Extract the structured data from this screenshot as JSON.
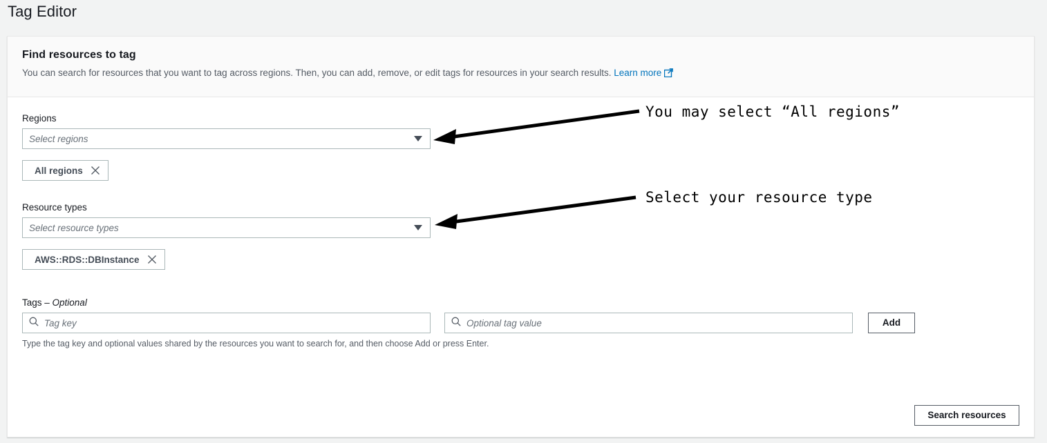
{
  "page": {
    "title": "Tag Editor"
  },
  "panel": {
    "heading": "Find resources to tag",
    "description": "You can search for resources that you want to tag across regions. Then, you can add, remove, or edit tags for resources in your search results.",
    "learn_more_label": "Learn more"
  },
  "regions": {
    "label": "Regions",
    "placeholder": "Select regions",
    "tokens": [
      {
        "label": "All regions"
      }
    ]
  },
  "resource_types": {
    "label": "Resource types",
    "placeholder": "Select resource types",
    "tokens": [
      {
        "label": "AWS::RDS::DBInstance"
      }
    ]
  },
  "tags": {
    "label_main": "Tags – ",
    "label_optional": "Optional",
    "key_placeholder": "Tag key",
    "value_placeholder": "Optional tag value",
    "key_value": "",
    "value_value": "",
    "add_label": "Add",
    "hint": "Type the tag key and optional values shared by the resources you want to search for, and then choose Add or press Enter."
  },
  "actions": {
    "search_resources_label": "Search resources"
  },
  "annotations": [
    {
      "text": "You may select “All regions”"
    },
    {
      "text": "Select your resource type"
    }
  ],
  "colors": {
    "page_background": "#f2f3f3",
    "panel_background": "#ffffff",
    "panel_header_background": "#fafafa",
    "link_blue": "#0073bb",
    "border": "#aab7b8",
    "text_primary": "#16191f",
    "text_secondary": "#545b64",
    "placeholder": "#687078",
    "annotation": "#000000"
  }
}
